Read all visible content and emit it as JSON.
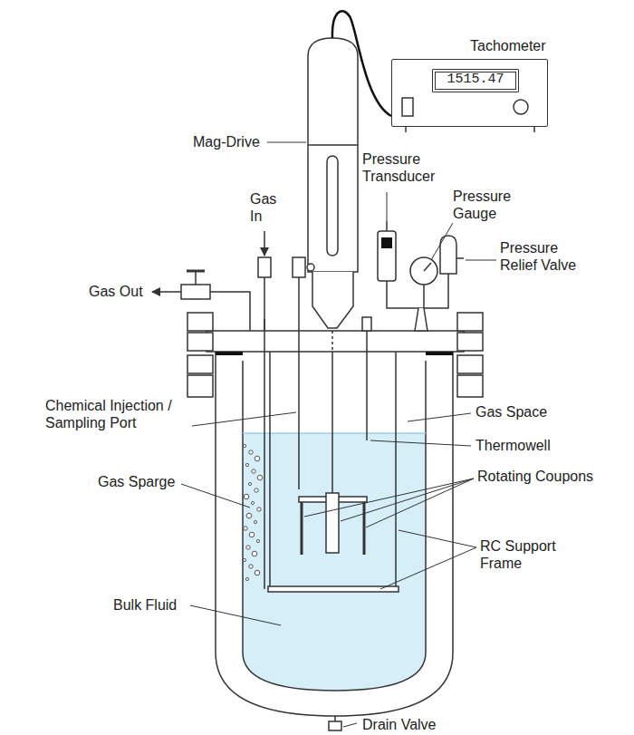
{
  "diagram": {
    "nodes": [
      {
        "text": [
          "Tachometer"
        ]
      },
      {
        "text": [
          "1515.47"
        ],
        "in": 0
      }
    ],
    "labels": [
      "Mag-Drive",
      "Pressure Transducer",
      "Pressure Gauge",
      "Pressure Relief Valve",
      "Gas In",
      "Gas Out",
      "Chemical Injection / Sampling Port",
      "Gas Space",
      "Thermowell",
      "Gas Sparge",
      "Rotating Coupons",
      "RC Support Frame",
      "Bulk Fluid",
      "Drain Valve"
    ]
  }
}
